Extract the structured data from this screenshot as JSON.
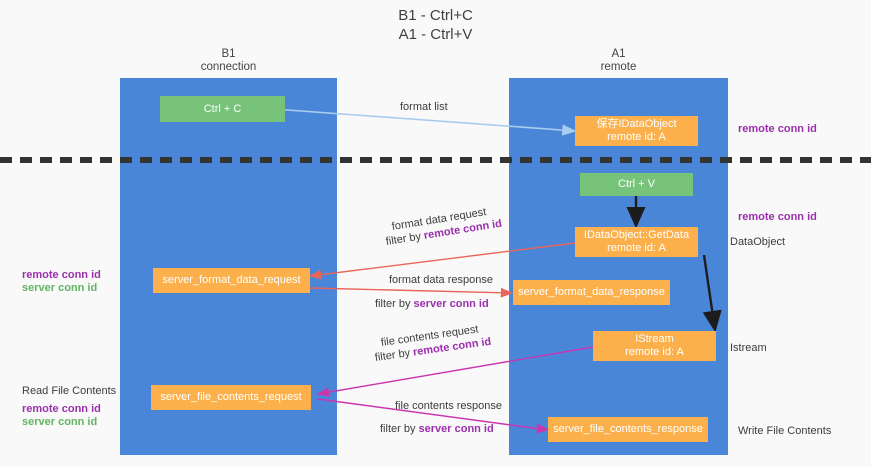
{
  "title": {
    "line1": "B1 - Ctrl+C",
    "line2": "A1 - Ctrl+V"
  },
  "columns": {
    "left": {
      "name": "B1",
      "role": "connection"
    },
    "right": {
      "name": "A1",
      "role": "remote"
    }
  },
  "boxes": {
    "ctrl_c": {
      "label": "Ctrl + C"
    },
    "ctrl_v": {
      "label": "Ctrl + V"
    },
    "save_dataobject": {
      "line1": "保存IDataObject",
      "line2": "remote id: A"
    },
    "getdata": {
      "line1": "IDataObject::GetData",
      "line2": "remote id: A"
    },
    "istream": {
      "line1": "IStream",
      "line2": "remote id: A"
    },
    "server_format_data_request": {
      "label": "server_format_data_request"
    },
    "server_format_data_response": {
      "label": "server_format_data_response"
    },
    "server_file_contents_request": {
      "label": "server_file_contents_request"
    },
    "server_file_contents_response": {
      "label": "server_file_contents_response"
    }
  },
  "arrow_labels": {
    "format_list": "format list",
    "format_data_request": "format data request",
    "format_data_request_filter_prefix": "filter by ",
    "format_data_request_filter_id": "remote conn id",
    "format_data_response": "format data response",
    "format_data_response_filter_prefix": "filter by ",
    "format_data_response_filter_id": "server conn id",
    "file_contents_request": "file contents request",
    "file_contents_request_filter_prefix": "filter by ",
    "file_contents_request_filter_id": "remote conn id",
    "file_contents_response": "file contents response",
    "file_contents_response_filter_prefix": "filter by ",
    "file_contents_response_filter_id": "server conn id"
  },
  "annotations": {
    "right_top_remote_conn_id": "remote conn id",
    "right_mid_remote_conn_id": "remote conn id",
    "right_dataobject": "DataObject",
    "right_istream": "Istream",
    "right_write_file_contents": "Write File Contents",
    "left_remote_conn_id": "remote conn id",
    "left_server_conn_id": "server conn id",
    "left_read_file_contents": "Read File Contents",
    "left_remote_conn_id_2": "remote conn id",
    "left_server_conn_id_2": "server conn id"
  },
  "colors": {
    "lane": "#4a86d8",
    "green_box": "#76c379",
    "orange_box": "#fbb04c",
    "purple_text": "#9b2fae",
    "green_text": "#61b564",
    "arrow_blue": "#a9cdee",
    "arrow_red": "#e8655a",
    "arrow_black": "#1c1c1c",
    "arrow_magenta": "#c936b0",
    "background": "#f9f9f9"
  }
}
